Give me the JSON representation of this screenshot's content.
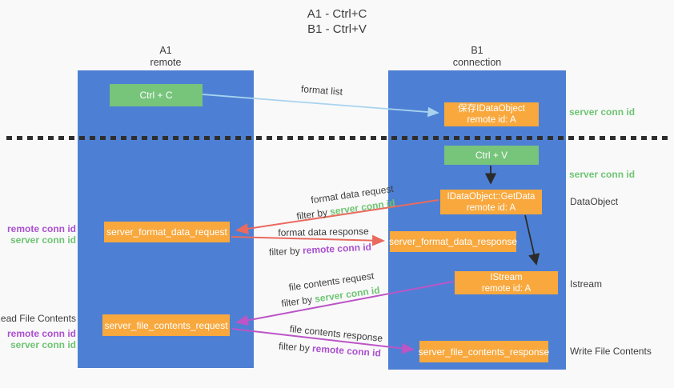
{
  "title": {
    "line1": "A1 - Ctrl+C",
    "line2": "B1 - Ctrl+V"
  },
  "lanes": {
    "left": {
      "name": "A1",
      "role": "remote"
    },
    "right": {
      "name": "B1",
      "role": "connection"
    }
  },
  "boxes": {
    "ctrl_c": "Ctrl + C",
    "ctrl_v": "Ctrl + V",
    "save_dataobject": {
      "title": "保存IDataObject",
      "subtitle": "remote id: A"
    },
    "getdata": {
      "title": "IDataObject::GetData",
      "subtitle": "remote id: A"
    },
    "istream": {
      "title": "IStream",
      "subtitle": "remote id: A"
    },
    "server_format_data_request": "server_format_data_request",
    "server_format_data_response": "server_format_data_response",
    "server_file_contents_request": "server_file_contents_request",
    "server_file_contents_response": "server_file_contents_response"
  },
  "arrow_labels": {
    "format_list": "format list",
    "format_data_request": "format data request",
    "format_data_response": "format data response",
    "file_contents_request": "file contents request",
    "file_contents_response": "file contents response",
    "filter_by": "filter by ",
    "server_conn_id": "server conn id",
    "remote_conn_id": "remote conn id"
  },
  "side_labels": {
    "server_conn_id": "server conn id",
    "remote_conn_id": "remote conn id",
    "dataobject": "DataObject",
    "istream": "Istream",
    "read_file_contents": "Read File Contents",
    "write_file_contents": "Write File Contents"
  },
  "colors": {
    "lane_blue": "#4d80d4",
    "box_green": "#77c47b",
    "box_orange": "#f8a83d",
    "arrow_red": "#e96a5e",
    "arrow_purple": "#bc55c6",
    "arrow_light_blue": "#a8d3ee",
    "arrow_black": "#2b2b2b",
    "text_green": "#6ec572",
    "text_purple": "#ab50cf"
  }
}
